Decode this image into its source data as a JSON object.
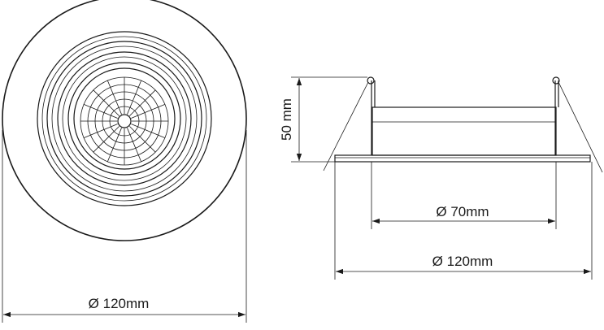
{
  "front_view": {
    "diameter_label": "Ø 120mm"
  },
  "side_view": {
    "height_label": "50 mm",
    "inner_diameter_label": "Ø 70mm",
    "outer_diameter_label": "Ø 120mm"
  }
}
